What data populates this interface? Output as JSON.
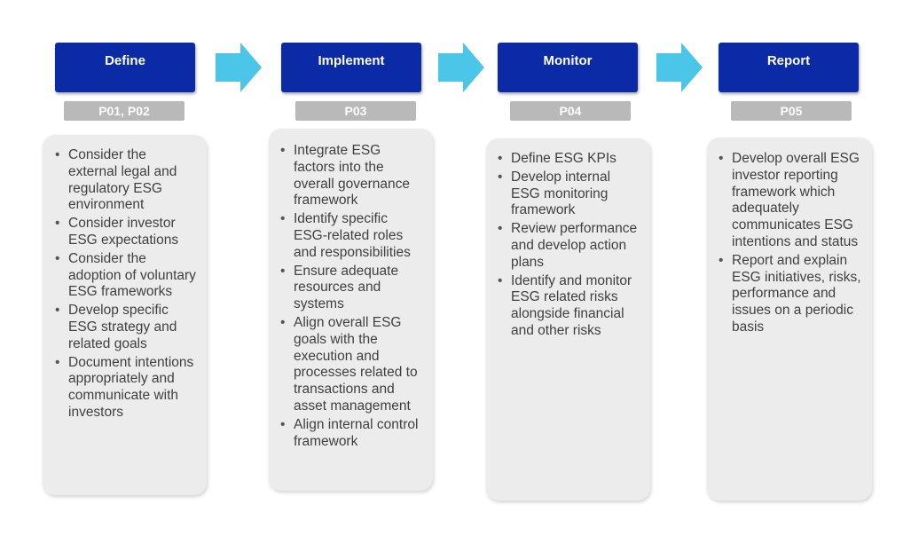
{
  "stages": [
    {
      "title": "Define",
      "code": "P01, P02",
      "items": [
        "Consider the external legal and regulatory ESG environment",
        "Consider investor ESG expectations",
        "Consider the adoption of voluntary ESG frameworks",
        "Develop specific ESG strategy and related goals",
        "Document intentions appropriately and communicate with investors"
      ]
    },
    {
      "title": "Implement",
      "code": "P03",
      "items": [
        "Integrate ESG factors into the overall governance framework",
        "Identify specific ESG-related roles and responsibilities",
        "Ensure adequate resources and systems",
        "Align overall ESG goals with the execution and processes related to transactions and asset management",
        "Align internal control framework"
      ]
    },
    {
      "title": "Monitor",
      "code": "P04",
      "items": [
        "Define ESG KPIs",
        "Develop internal ESG monitoring framework",
        "Review performance and develop action plans",
        "Identify and monitor ESG related risks alongside financial and other risks"
      ]
    },
    {
      "title": "Report",
      "code": "P05",
      "items": [
        "Develop overall ESG investor reporting framework which adequately communicates ESG intentions and status",
        "Report and explain ESG initiatives, risks, performance and issues on a periodic basis"
      ]
    }
  ],
  "colors": {
    "header_bg": "#0b2aa6",
    "code_bg": "#b9b9b9",
    "card_bg": "#ececec",
    "arrow": "#4cc6e8"
  }
}
